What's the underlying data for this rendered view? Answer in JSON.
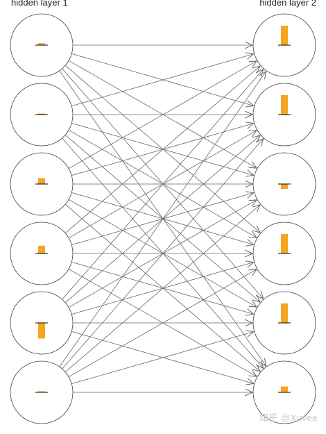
{
  "layers": [
    {
      "title": "hidden layer 1",
      "activations": [
        0.1,
        0.04,
        0.3,
        0.4,
        -0.8,
        0.03
      ]
    },
    {
      "title": "hidden layer 2",
      "activations": [
        1.0,
        1.0,
        -0.25,
        1.0,
        1.0,
        0.3
      ]
    }
  ],
  "connections": "fully-connected",
  "colors": {
    "bar": "#f5a623",
    "node_stroke": "#444444",
    "edge": "#666666",
    "baseline": "#000000"
  },
  "watermark": "知乎 @Xuvee"
}
